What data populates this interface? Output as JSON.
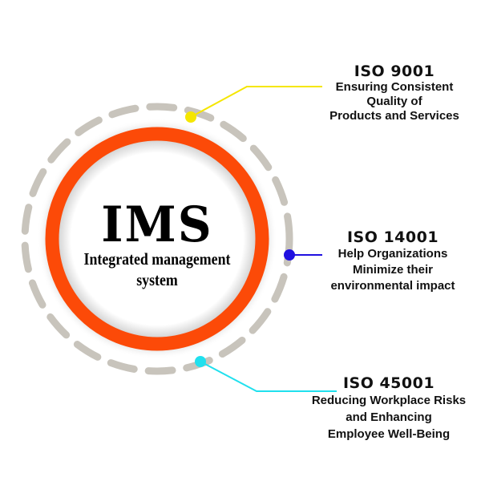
{
  "center": {
    "title": "IMS",
    "subtitle_line1": "Integrated management",
    "subtitle_line2": "system"
  },
  "standards": [
    {
      "title": "ISO 9001",
      "lines": [
        "Ensuring Consistent",
        "Quality of",
        "Products and Services"
      ],
      "color": "#f5e600"
    },
    {
      "title": "ISO 14001",
      "lines": [
        "Help Organizations",
        "Minimize their",
        "environmental impact"
      ],
      "color": "#2010e0"
    },
    {
      "title": "ISO 45001",
      "lines": [
        "Reducing Workplace Risks",
        "and Enhancing",
        "Employee Well-Being"
      ],
      "color": "#20e0ee"
    }
  ],
  "colors": {
    "ring": "#fc4a08",
    "dashes": "#c8c4bc"
  }
}
